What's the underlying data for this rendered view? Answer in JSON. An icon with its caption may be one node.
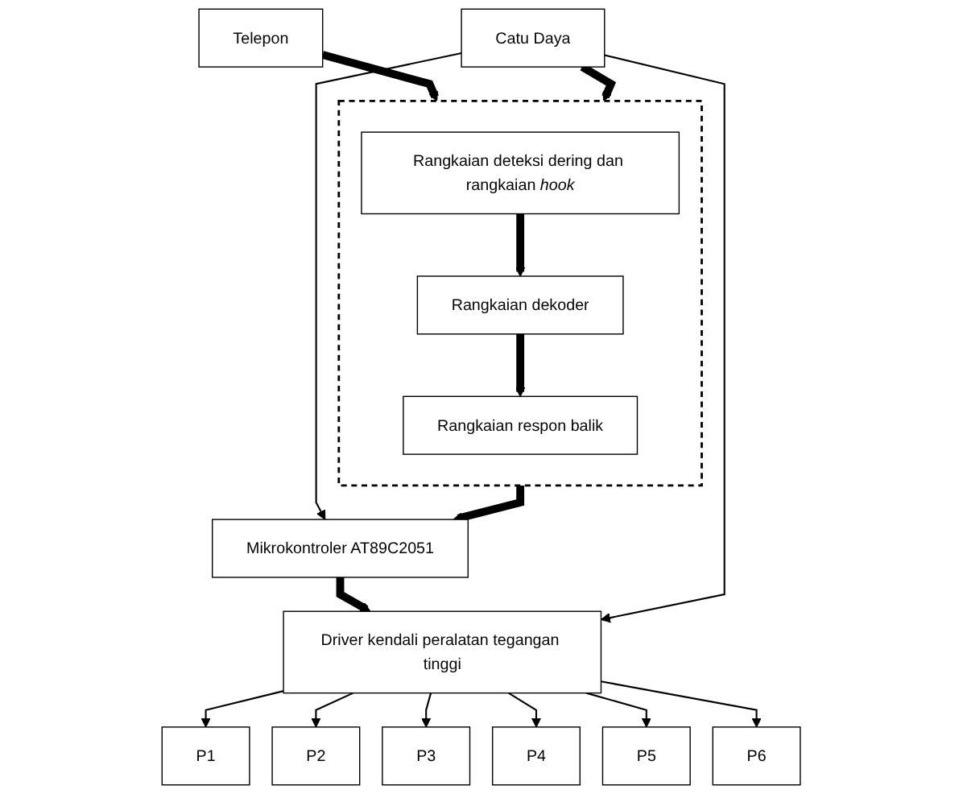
{
  "diagram": {
    "nodes": [
      {
        "text": [
          "Telepon"
        ]
      },
      {
        "text": [],
        "shape": "box"
      },
      {
        "text": [
          "Rangkaian deteksi dering dan rangkaian *hook*"
        ],
        "in": 1
      },
      {
        "text": [
          "Rangkaian dekoder"
        ],
        "in": 1
      },
      {
        "text": [
          "Rangkaian respon balik"
        ],
        "in": 1
      },
      {
        "text": [
          "Catu Daya"
        ]
      },
      {
        "text": [
          "Mikrokontroler AT89C2051"
        ]
      },
      {
        "text": [
          "Driver kendali peralatan tegangan tinggi"
        ]
      },
      {
        "text": [
          "P1"
        ]
      },
      {
        "text": [
          "P2"
        ]
      },
      {
        "text": [
          "P3"
        ]
      },
      {
        "text": [
          "P4"
        ]
      },
      {
        "text": [
          "P5"
        ]
      },
      {
        "text": [
          "P6"
        ]
      }
    ],
    "edges": [
      {
        "from": 0,
        "to": 1,
        "arrow": "to",
        "style": "thick"
      },
      {
        "from": 5,
        "to": 1,
        "arrow": "to",
        "style": "thick"
      },
      {
        "from": 2,
        "to": 3,
        "arrow": "to",
        "style": "thick"
      },
      {
        "from": 3,
        "to": 4,
        "arrow": "to",
        "style": "thick"
      },
      {
        "from": 1,
        "to": 6,
        "arrow": "to",
        "style": "thick"
      },
      {
        "from": 6,
        "to": 7,
        "arrow": "to",
        "style": "thick"
      },
      {
        "from": 5,
        "to": 6,
        "arrow": "to"
      },
      {
        "from": 5,
        "to": 7,
        "arrow": "to"
      },
      {
        "from": 7,
        "to": 8,
        "arrow": "to"
      },
      {
        "from": 7,
        "to": 9,
        "arrow": "to"
      },
      {
        "from": 7,
        "to": 10,
        "arrow": "to"
      },
      {
        "from": 7,
        "to": 11,
        "arrow": "to"
      },
      {
        "from": 7,
        "to": 12,
        "arrow": "to"
      },
      {
        "from": 7,
        "to": 13,
        "arrow": "to"
      }
    ]
  }
}
